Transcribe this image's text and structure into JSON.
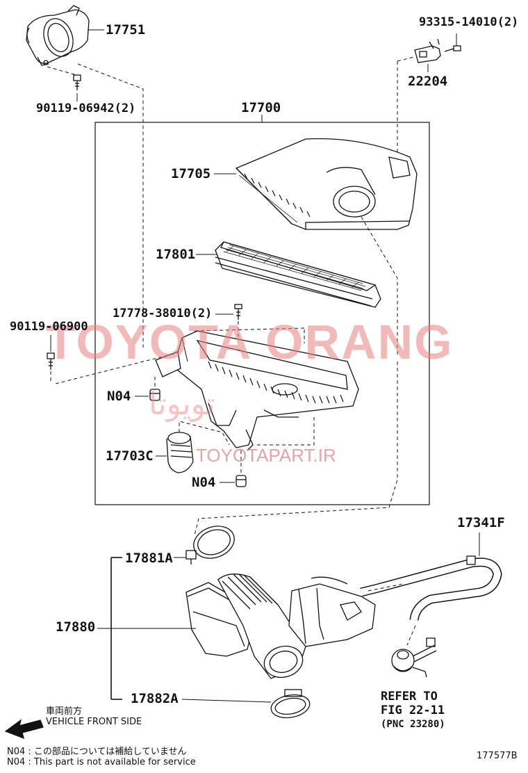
{
  "parts": {
    "p17751": "17751",
    "p90119_06942": "90119-06942(2)",
    "p93315_14010": "93315-14010(2)",
    "p22204": "22204",
    "p17700": "17700",
    "p17705": "17705",
    "p17801": "17801",
    "p17778_38010": "17778-38010(2)",
    "p90119_06900": "90119-06900",
    "n04_upper": "N04",
    "p17703c": "17703C",
    "n04_lower": "N04",
    "p17341f": "17341F",
    "p17881a": "17881A",
    "p17880": "17880",
    "p17882a": "17882A"
  },
  "refer": {
    "line1": "REFER TO",
    "line2": "FIG 22-11",
    "line3": "(PNC 23280)"
  },
  "direction": {
    "jp": "車両前方",
    "en": "VEHICLE FRONT SIDE",
    "icon": "arrow-left-icon"
  },
  "notes": {
    "jp": "N04 : この部品については補給していません",
    "en": "N04 : This part is not available for service"
  },
  "figure_id": "177577B",
  "watermark": {
    "brand": "TOYOTA ORANG",
    "persian": "تویوتا",
    "url": "TOYOTAPART.IR",
    "color": "#e98080"
  }
}
